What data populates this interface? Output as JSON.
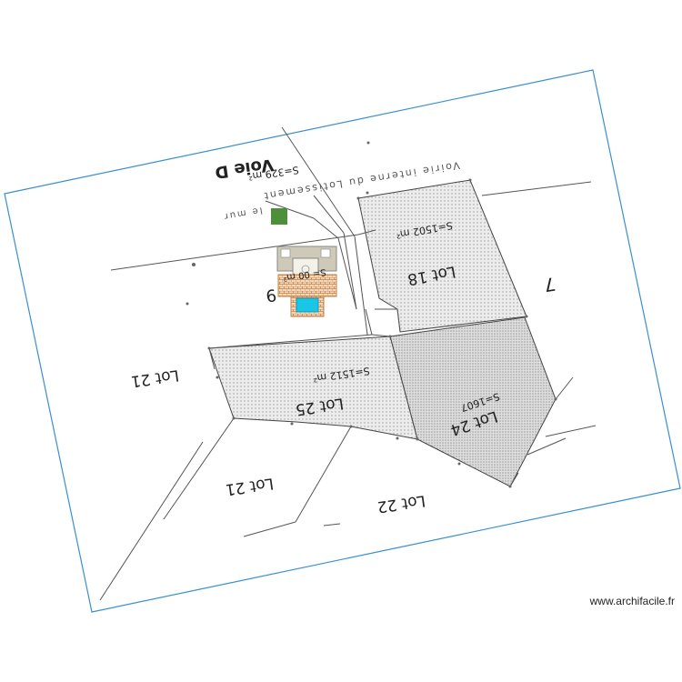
{
  "colors": {
    "frame": "#3a8fd0",
    "lot_hatch": "#9a9a9a",
    "lot_fill": "#ececec",
    "lot_fill_dark": "#dedede",
    "terrace": "#c8844a",
    "pool": "#19c6e8",
    "vegetation": "#4e8f3c",
    "house": "#cfc9b8"
  },
  "labels": {
    "road": "Voie D",
    "road_area": "S=329 m²",
    "internal_road": "Voirie interne du Lotissement",
    "wall": "le mur",
    "lot_18": "Lot 18",
    "lot_18_area": "S=1502 m²",
    "lot_24": "Lot 24",
    "lot_24_area": "S=1607",
    "lot_25": "Lot 25",
    "lot_25_area": "S=1512 m²",
    "lot_21_top": "Lot 21",
    "lot_21_bottom": "Lot 21",
    "lot_22": "Lot 22",
    "lot_7": "7",
    "lot_9": "9",
    "lot_9_area": "S=  00 m²"
  },
  "watermark": "www.archifacile.fr"
}
